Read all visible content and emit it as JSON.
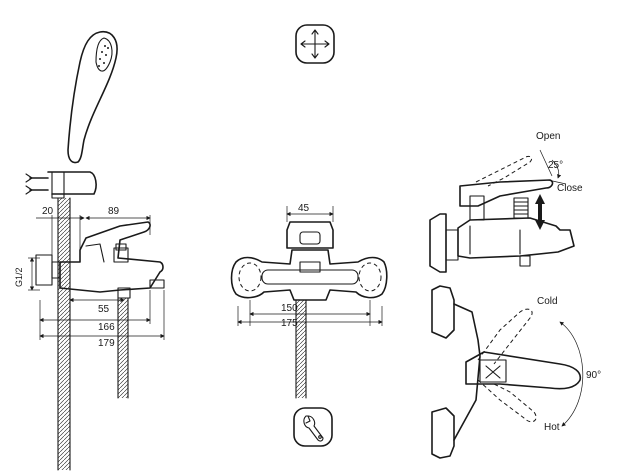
{
  "dimensions": {
    "d20": "20",
    "d89": "89",
    "g12": "G1/2",
    "d55": "55",
    "d166": "166",
    "d179": "179",
    "d45": "45",
    "d150": "150",
    "d175": "175"
  },
  "labels": {
    "open": "Open",
    "angle25": "25°",
    "close": "Close",
    "cold": "Cold",
    "angle90": "90°",
    "hot": "Hot"
  },
  "icons": {
    "top": "cross-arrows-icon",
    "bottom": "wrench-icon"
  },
  "colors": {
    "line": "#1a1a1a",
    "background": "#ffffff"
  }
}
